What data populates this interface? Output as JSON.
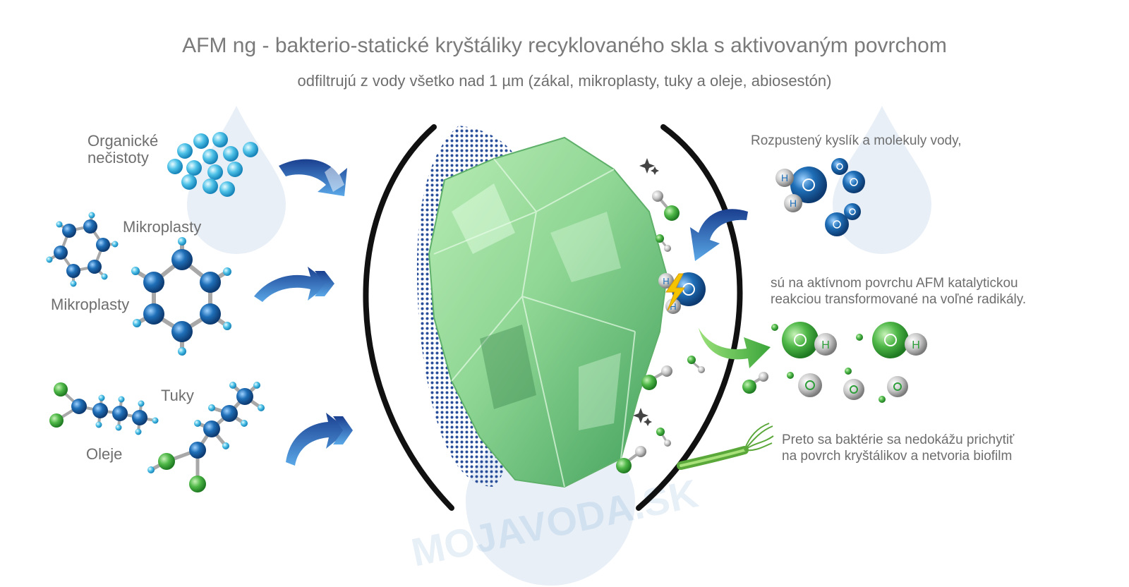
{
  "header": {
    "title": "AFM ng - bakterio-statické kryštáliky recyklovaného skla s aktivovaným povrchom",
    "subtitle": "odfiltrujú z vody všetko nad 1 µm (zákal, mikroplasty, tuky a oleje, abiosestón)"
  },
  "left_labels": {
    "organic_line1": "Organické",
    "organic_line2": "nečistoty",
    "microplastics_1": "Mikroplasty",
    "microplastics_2": "Mikroplasty",
    "fats": "Tuky",
    "oils": "Oleje"
  },
  "right_labels": {
    "oxygen": "Rozpustený kyslík a molekuly vody,",
    "radicals_line1": "sú na aktívnom povrchu AFM katalytickou",
    "radicals_line2": "reakciou transformované na voľné radikály.",
    "bacteria_line1": "Preto sa baktérie sa nedokážu prichytiť",
    "bacteria_line2": "na povrch kryštálikov a netvoria biofilm"
  },
  "atoms": {
    "h": "H",
    "o": "O"
  },
  "watermark": "MOJAVODA.SK",
  "colors": {
    "text": "#6e6e6e",
    "arrow_blue": "#1f5fb0",
    "crystal_green": "#8fd694",
    "molecule_blue": "#1f6fb8",
    "light_blue": "#3fa9e0",
    "radical_green": "#2e9e3a",
    "dot_pattern": "#2a4f9a"
  }
}
